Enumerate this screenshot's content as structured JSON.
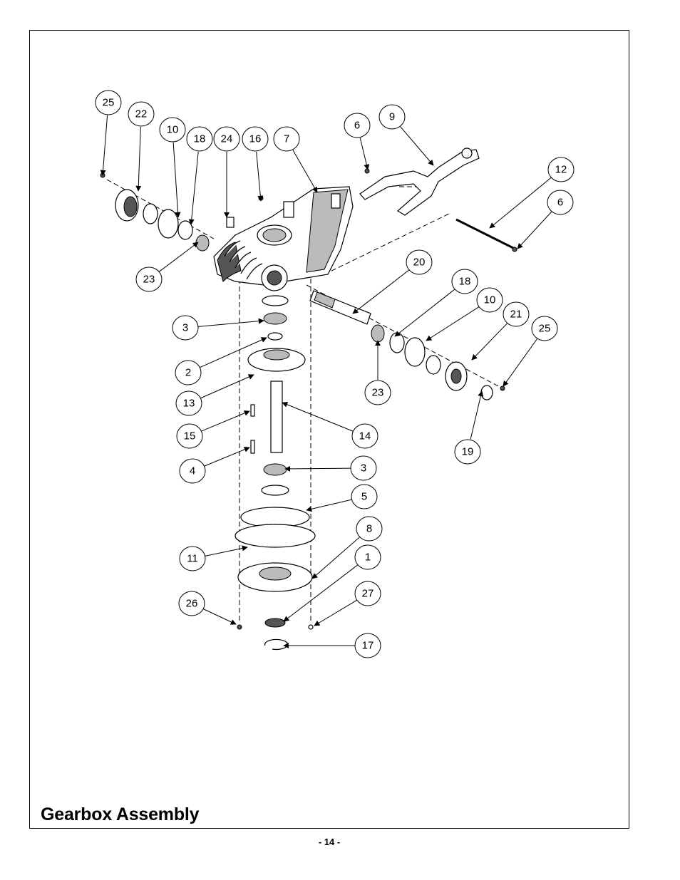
{
  "page": {
    "title": "Gearbox Assembly",
    "page_number": "- 14 -"
  },
  "callouts": [
    {
      "id": "c25a",
      "label": "25"
    },
    {
      "id": "c22",
      "label": "22"
    },
    {
      "id": "c10a",
      "label": "10"
    },
    {
      "id": "c18a",
      "label": "18"
    },
    {
      "id": "c24",
      "label": "24"
    },
    {
      "id": "c16",
      "label": "16"
    },
    {
      "id": "c7",
      "label": "7"
    },
    {
      "id": "c6a",
      "label": "6"
    },
    {
      "id": "c9",
      "label": "9"
    },
    {
      "id": "c12",
      "label": "12"
    },
    {
      "id": "c6b",
      "label": "6"
    },
    {
      "id": "c23a",
      "label": "23"
    },
    {
      "id": "c20",
      "label": "20"
    },
    {
      "id": "c18b",
      "label": "18"
    },
    {
      "id": "c10b",
      "label": "10"
    },
    {
      "id": "c21",
      "label": "21"
    },
    {
      "id": "c25b",
      "label": "25"
    },
    {
      "id": "c3a",
      "label": "3"
    },
    {
      "id": "c2",
      "label": "2"
    },
    {
      "id": "c13",
      "label": "13"
    },
    {
      "id": "c23b",
      "label": "23"
    },
    {
      "id": "c15",
      "label": "15"
    },
    {
      "id": "c14",
      "label": "14"
    },
    {
      "id": "c19",
      "label": "19"
    },
    {
      "id": "c4",
      "label": "4"
    },
    {
      "id": "c3b",
      "label": "3"
    },
    {
      "id": "c5",
      "label": "5"
    },
    {
      "id": "c8",
      "label": "8"
    },
    {
      "id": "c11",
      "label": "11"
    },
    {
      "id": "c1",
      "label": "1"
    },
    {
      "id": "c26",
      "label": "26"
    },
    {
      "id": "c27",
      "label": "27"
    },
    {
      "id": "c17",
      "label": "17"
    }
  ]
}
